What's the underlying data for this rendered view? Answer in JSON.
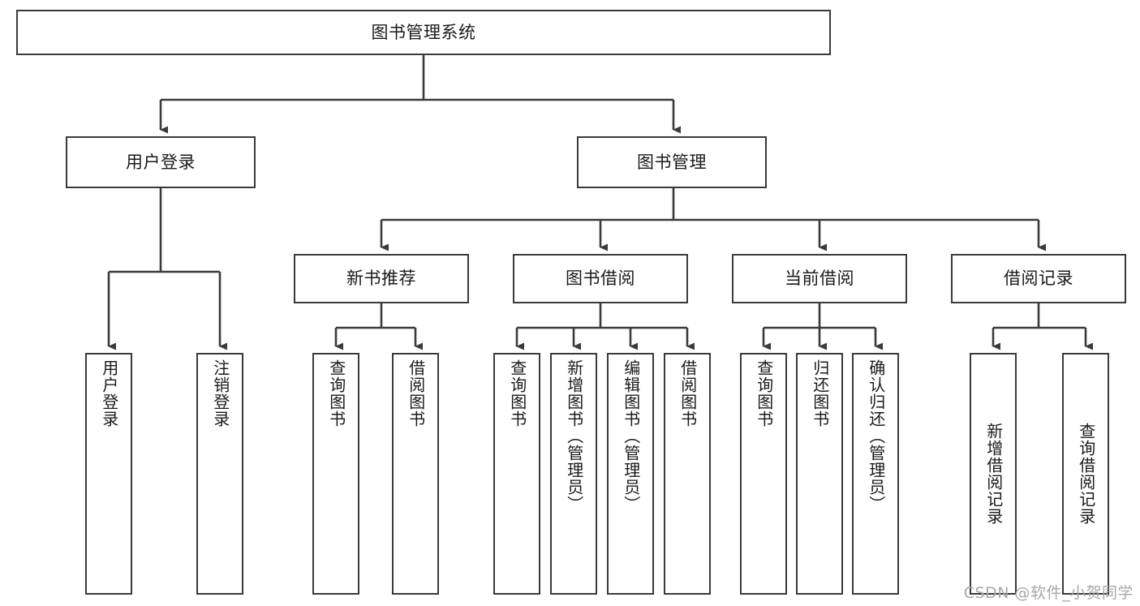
{
  "diagram": {
    "type": "tree-hierarchy",
    "title": "图书管理系统",
    "root": {
      "label": "图书管理系统"
    },
    "level1": [
      {
        "label": "用户登录"
      },
      {
        "label": "图书管理"
      }
    ],
    "level2": [
      {
        "label": "新书推荐"
      },
      {
        "label": "图书借阅"
      },
      {
        "label": "当前借阅"
      },
      {
        "label": "借阅记录"
      }
    ],
    "leaves": {
      "user_login": [
        {
          "label": "用户登录"
        },
        {
          "label": "注销登录"
        }
      ],
      "new_book_recommend": [
        {
          "label": "查询图书"
        },
        {
          "label": "借阅图书"
        }
      ],
      "book_borrow": [
        {
          "label": "查询图书"
        },
        {
          "label": "新增图书（管理员）"
        },
        {
          "label": "编辑图书（管理员）"
        },
        {
          "label": "借阅图书"
        }
      ],
      "current_borrow": [
        {
          "label": "查询图书"
        },
        {
          "label": "归还图书"
        },
        {
          "label": "确认归还（管理员）"
        }
      ],
      "borrow_record": [
        {
          "label": "新增借阅记录"
        },
        {
          "label": "查询借阅记录"
        }
      ]
    }
  },
  "watermark": {
    "text": "CSDN @软件_小贺同学"
  },
  "colors": {
    "stroke": "#3a3a3a",
    "text": "#1a1a1a",
    "background": "#ffffff",
    "watermark": "#a8a8a8"
  }
}
